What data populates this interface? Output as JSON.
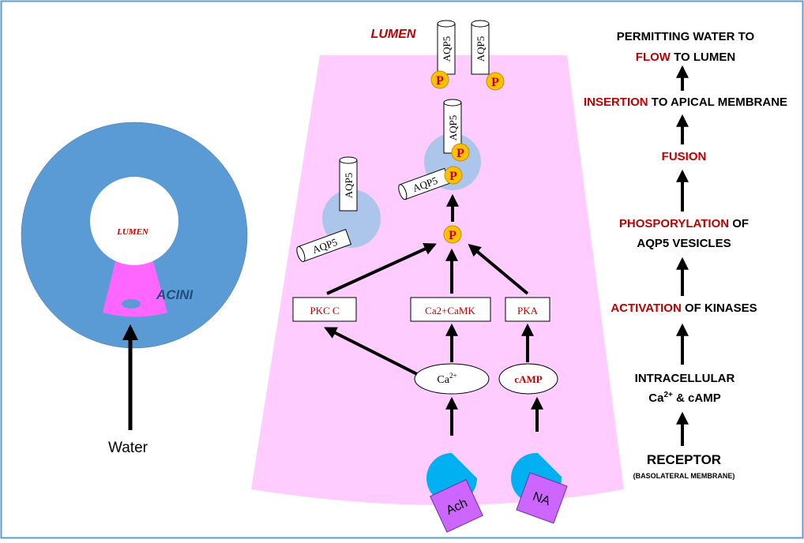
{
  "colors": {
    "frame": "#5b9bd5",
    "acini_blue": "#5b9bd5",
    "cell_pink": "#ffccff",
    "magenta": "#ff66ff",
    "dark_red": "#c00000",
    "phospho_yellow": "#ffc000",
    "receptor_cyan": "#00b0f0",
    "ligand_purple": "#cc66ff",
    "vesicle": "#9dc3e6"
  },
  "left": {
    "lumen_label": "LUMEN",
    "acini_label": "ACINI",
    "water_label": "Water"
  },
  "center": {
    "lumen_label": "LUMEN",
    "aqp5": "AQP5",
    "p": "P",
    "pkc": "PKC C",
    "cam": "Ca2+CaMK",
    "pka": "PKA",
    "ca_base": "Ca",
    "ca_sup": "2+",
    "camp": "cAMP",
    "ach": "Ach",
    "na": "NA"
  },
  "right": {
    "step1_line1": "PERMITTING WATER TO",
    "step1_hl": "FLOW",
    "step1_rest": " TO LUMEN",
    "step2_hl": "INSERTION",
    "step2_rest": " TO APICAL MEMBRANE",
    "step3_hl": "FUSION",
    "step4_hl": "PHOSPORYLATION",
    "step4_rest": " OF",
    "step4_line2": "AQP5 VESICLES",
    "step5_hl": "ACTIVATION",
    "step5_rest": " OF KINASES",
    "step6_line1": "INTRACELLULAR",
    "step6_ca": "Ca",
    "step6_sup": "2+",
    "step6_rest": " & cAMP",
    "step7_line1": "RECEPTOR",
    "step7_line2": "(BASOLATERAL MEMBRANE)"
  }
}
